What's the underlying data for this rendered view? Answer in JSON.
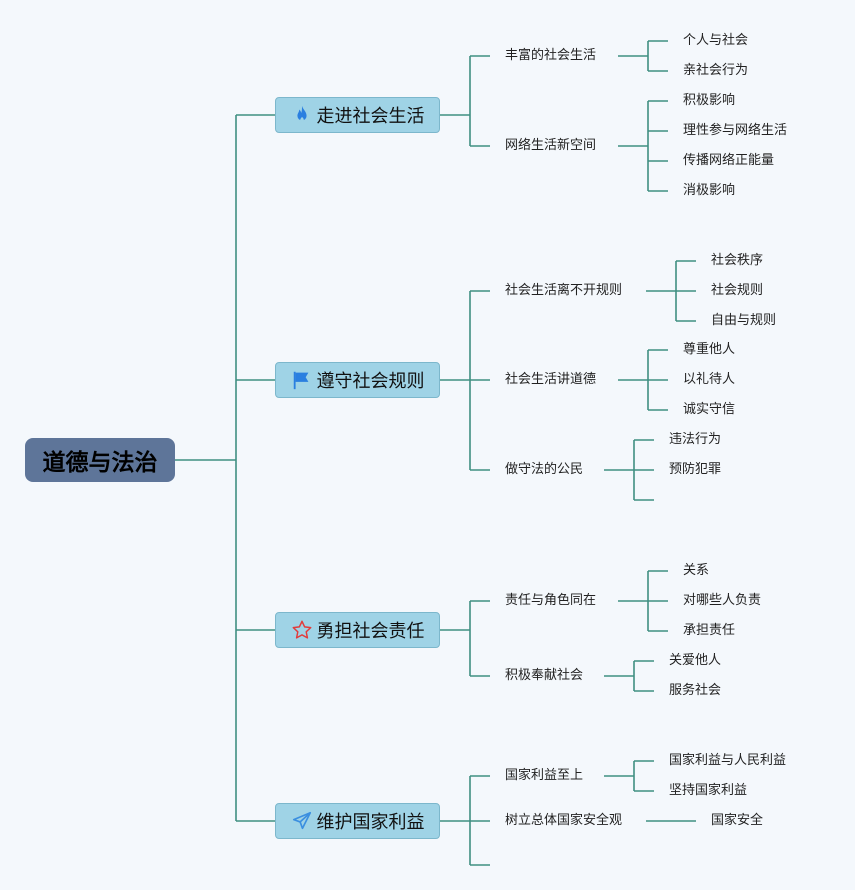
{
  "root": {
    "label": "道德与法治"
  },
  "branches": [
    {
      "label": "走进社会生活",
      "icon": "flame-icon",
      "children": [
        {
          "label": "丰富的社会生活",
          "children": [
            "个人与社会",
            "亲社会行为"
          ]
        },
        {
          "label": "网络生活新空间",
          "children": [
            "积极影响",
            "理性参与网络生活",
            "传播网络正能量",
            "消极影响"
          ]
        }
      ]
    },
    {
      "label": "遵守社会规则",
      "icon": "flag-icon",
      "children": [
        {
          "label": "社会生活离不开规则",
          "children": [
            "社会秩序",
            "社会规则",
            "自由与规则"
          ]
        },
        {
          "label": "社会生活讲道德",
          "children": [
            "尊重他人",
            "以礼待人",
            "诚实守信"
          ]
        },
        {
          "label": "做守法的公民",
          "children": [
            "违法行为",
            "预防犯罪",
            ""
          ]
        }
      ]
    },
    {
      "label": "勇担社会责任",
      "icon": "star-icon",
      "children": [
        {
          "label": "责任与角色同在",
          "children": [
            "关系",
            "对哪些人负责",
            "承担责任"
          ]
        },
        {
          "label": "积极奉献社会",
          "children": [
            "关爱他人",
            "服务社会"
          ]
        }
      ]
    },
    {
      "label": "维护国家利益",
      "icon": "paper-plane-icon",
      "children": [
        {
          "label": "国家利益至上",
          "children": [
            "国家利益与人民利益",
            "坚持国家利益"
          ]
        },
        {
          "label": "树立总体国家安全观",
          "children": [
            "国家安全"
          ]
        },
        {
          "label": "",
          "children": []
        }
      ]
    }
  ],
  "colors": {
    "line": "#3f8f82",
    "root_fill": "#5e7599",
    "branch_fill": "#9fd3e6",
    "flame": "#2a7fe0",
    "flag": "#2a7fe0",
    "star": "#e23b3b",
    "plane": "#3b8fe0"
  }
}
